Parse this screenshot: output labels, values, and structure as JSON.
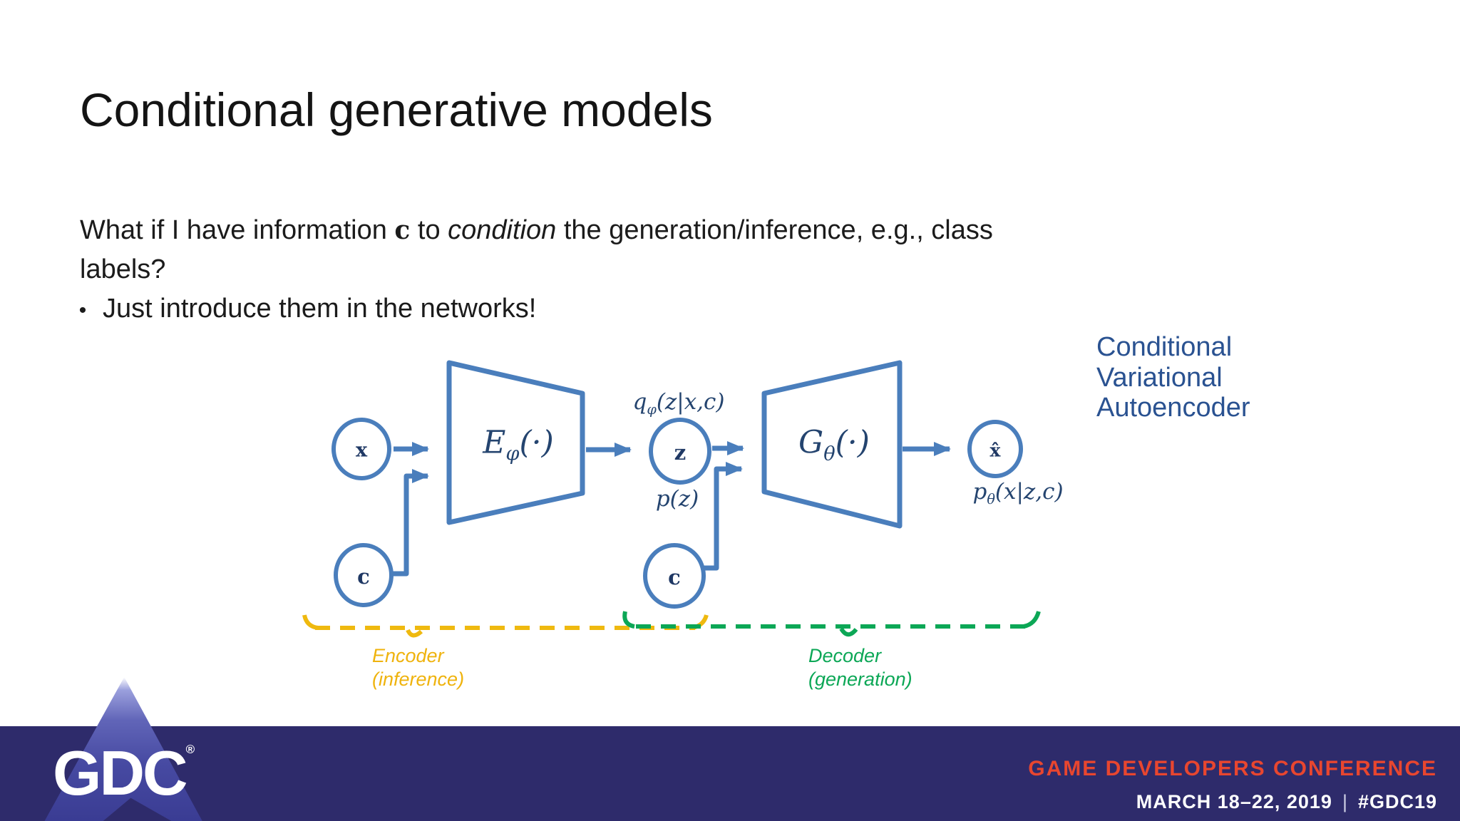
{
  "slide": {
    "title": "Conditional generative models",
    "body": {
      "parts": [
        "What if I have information ",
        "c",
        " to ",
        "condition",
        " the generation/inference, e.g., class",
        "labels?"
      ]
    },
    "bullet_glyph": "•",
    "bullet": "Just introduce them in the networks!",
    "side_note": {
      "lines": [
        "Conditional",
        "Variational",
        "Autoencoder"
      ],
      "color": "#2a5291"
    }
  },
  "diagram": {
    "stroke_color": "#4a7ebc",
    "nodes": {
      "input": "x",
      "condition_enc": "c",
      "latent": "z",
      "condition_dec": "c",
      "output": "x̂"
    },
    "labels": {
      "encoder_fn": {
        "base": "E",
        "sub": "φ",
        "args": "(·)"
      },
      "decoder_fn": {
        "base": "G",
        "sub": "θ",
        "args": "(·)"
      },
      "posterior": {
        "base": "q",
        "sub": "φ",
        "args": "(z|x,c)"
      },
      "prior": "p(z)",
      "likelihood": {
        "base": "p",
        "sub": "θ",
        "args": "(x|z,c)"
      }
    },
    "braces": {
      "encoder": {
        "line1": "Encoder",
        "line2": "(inference)",
        "color": "#EFB30D"
      },
      "decoder": {
        "line1": "Decoder",
        "line2": "(generation)",
        "color": "#0CA756"
      }
    }
  },
  "footer": {
    "logo": "GDC",
    "registered_mark": "®",
    "conference": "GAME DEVELOPERS CONFERENCE",
    "dates": "MARCH 18–22, 2019",
    "separator": "|",
    "hashtag": "#GDC19",
    "banner_color": "#2e2b6b",
    "accent_color": "#e8462f"
  }
}
